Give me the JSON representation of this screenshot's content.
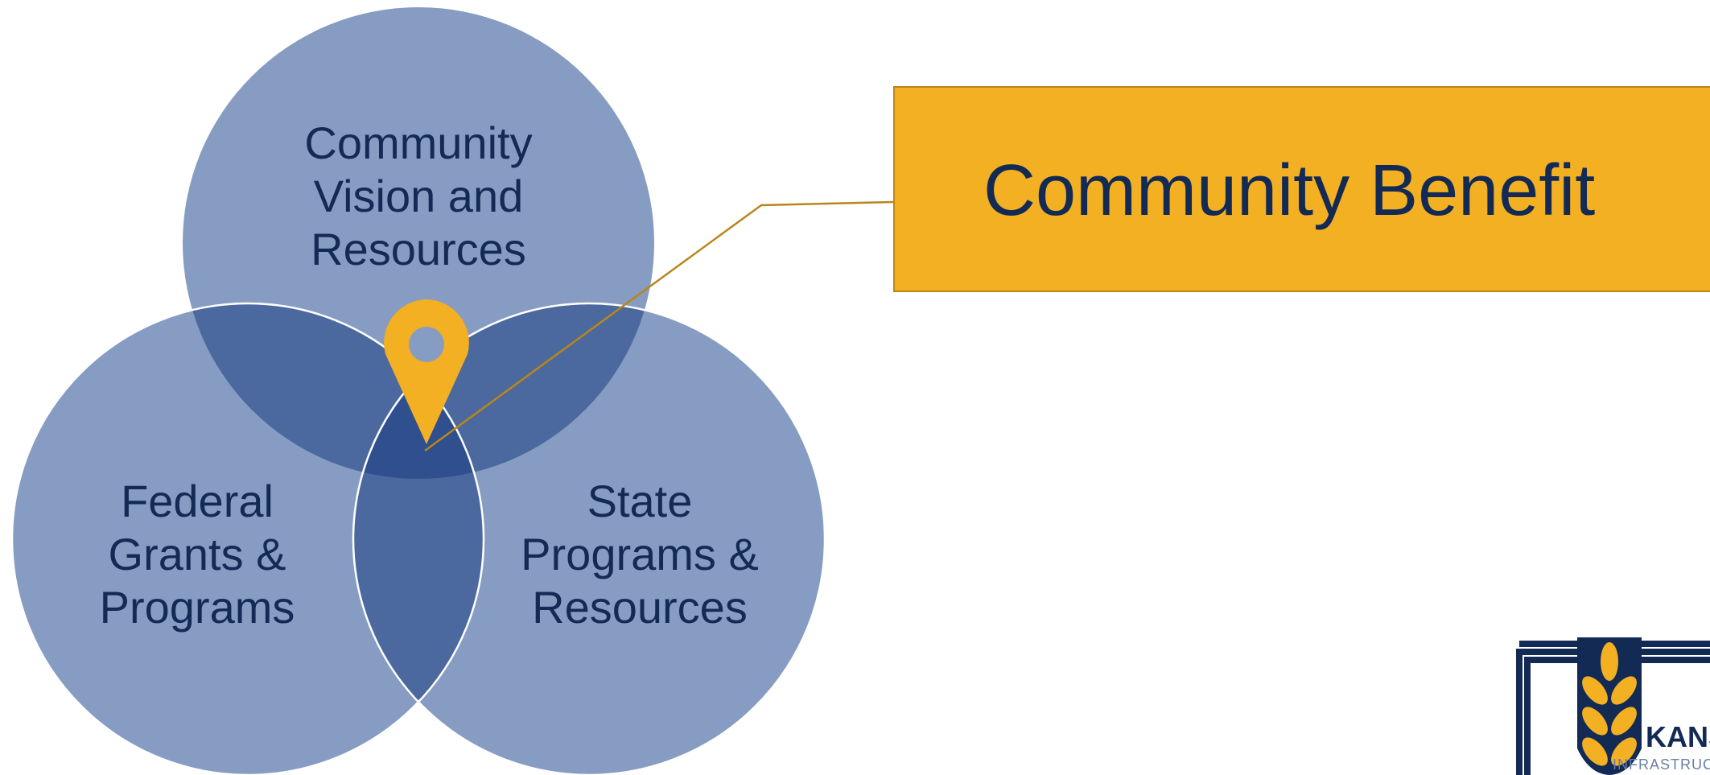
{
  "venn": {
    "top": {
      "lines": [
        "Community",
        "Vision and",
        "Resources"
      ]
    },
    "left": {
      "lines": [
        "Federal",
        "Grants &",
        "Programs"
      ]
    },
    "right": {
      "lines": [
        "State",
        "Programs &",
        "Resources"
      ]
    }
  },
  "callout": {
    "title": "Community Benefit"
  },
  "logo": {
    "text": "KANS",
    "subtext": "INFRASTRUC"
  },
  "colors": {
    "circle_fill": "#879cc2",
    "overlap_two": "#4c699f",
    "overlap_center": "#304f8f",
    "pin": "#f2b022",
    "callout_bg": "#f2b022",
    "text_dark": "#132a55",
    "leader_line": "#b8861a"
  },
  "icons": [
    "map-pin-icon",
    "wheat-logo-icon"
  ]
}
